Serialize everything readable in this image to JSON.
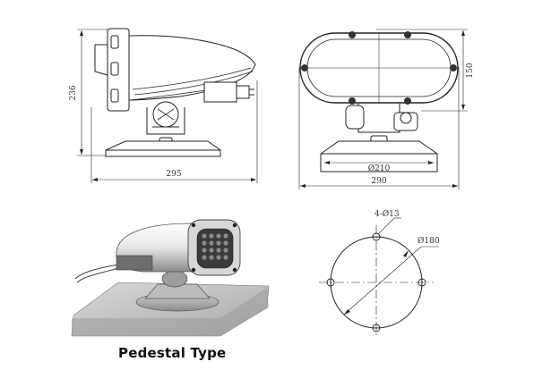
{
  "side_view": {
    "height_dim": "236",
    "width_dim": "295"
  },
  "front_view": {
    "height_dim": "150",
    "base_dim": "Ø210",
    "width_dim": "290"
  },
  "hole_pattern": {
    "holes_dim": "4-Ø13",
    "circle_dim": "Ø180"
  },
  "caption": "Pedestal Type"
}
